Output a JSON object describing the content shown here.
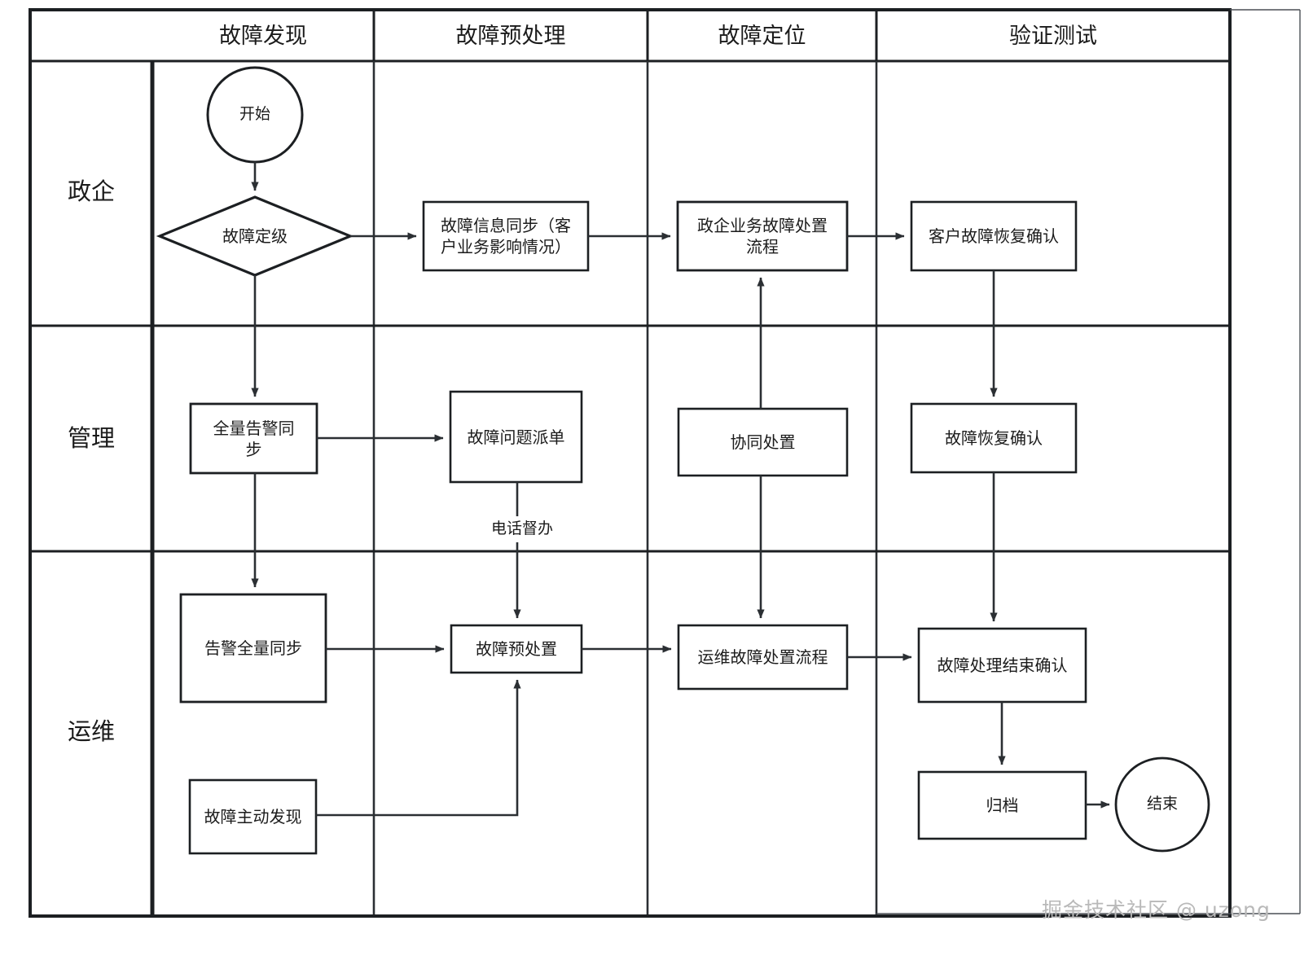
{
  "diagram": {
    "title_present": false,
    "type": "swimlane-flowchart",
    "colors": {
      "line": "#2b2f33",
      "frame": "#1c1f22",
      "text": "#1b1b1b",
      "background": "#ffffff",
      "watermark": "#b9b9b9"
    },
    "columns": [
      {
        "id": "col-discovery",
        "label": "故障发现"
      },
      {
        "id": "col-pretreatment",
        "label": "故障预处理"
      },
      {
        "id": "col-location",
        "label": "故障定位"
      },
      {
        "id": "col-verification",
        "label": "验证测试"
      }
    ],
    "rows": [
      {
        "id": "row-government-enterprise",
        "label": "政企"
      },
      {
        "id": "row-management",
        "label": "管理"
      },
      {
        "id": "row-operations",
        "label": "运维"
      }
    ],
    "nodes": [
      {
        "id": "start",
        "shape": "circle",
        "label": "开始",
        "row": "政企",
        "column": "故障发现"
      },
      {
        "id": "fault-grading",
        "shape": "diamond",
        "label": "故障定级",
        "row": "政企",
        "column": "故障发现"
      },
      {
        "id": "fault-info-sync",
        "shape": "rectangle",
        "label": "故障信息同步（客\n户业务影响情况）",
        "row": "政企",
        "column": "故障预处理"
      },
      {
        "id": "ge-fault-process",
        "shape": "rectangle",
        "label": "政企业务故障处置\n流程",
        "row": "政企",
        "column": "故障定位"
      },
      {
        "id": "customer-recovery",
        "shape": "rectangle",
        "label": "客户故障恢复确认",
        "row": "政企",
        "column": "验证测试"
      },
      {
        "id": "full-alarm-sync",
        "shape": "rectangle",
        "label": "全量告警同\n步",
        "row": "管理",
        "column": "故障发现"
      },
      {
        "id": "fault-dispatch",
        "shape": "rectangle",
        "label": "故障问题派单",
        "row": "管理",
        "column": "故障预处理"
      },
      {
        "id": "collaborative",
        "shape": "rectangle",
        "label": "协同处置",
        "row": "管理",
        "column": "故障定位"
      },
      {
        "id": "fault-recovery-ack",
        "shape": "rectangle",
        "label": "故障恢复确认",
        "row": "管理",
        "column": "验证测试"
      },
      {
        "id": "alarm-full-sync",
        "shape": "rectangle",
        "label": "告警全量同步",
        "row": "运维",
        "column": "故障发现"
      },
      {
        "id": "fault-self-detect",
        "shape": "rectangle",
        "label": "故障主动发现",
        "row": "运维",
        "column": "故障发现"
      },
      {
        "id": "fault-pretreat",
        "shape": "rectangle",
        "label": "故障预处置",
        "row": "运维",
        "column": "故障预处理"
      },
      {
        "id": "om-fault-process",
        "shape": "rectangle",
        "label": "运维故障处置流程",
        "row": "运维",
        "column": "故障定位"
      },
      {
        "id": "fault-end-ack",
        "shape": "rectangle",
        "label": "故障处理结束确认",
        "row": "运维",
        "column": "验证测试"
      },
      {
        "id": "archive",
        "shape": "rectangle",
        "label": "归档",
        "row": "运维",
        "column": "验证测试"
      },
      {
        "id": "end",
        "shape": "circle",
        "label": "结束",
        "row": "运维",
        "column": "验证测试"
      }
    ],
    "edges": [
      {
        "from": "start",
        "to": "fault-grading",
        "label": ""
      },
      {
        "from": "fault-grading",
        "to": "fault-info-sync",
        "label": ""
      },
      {
        "from": "fault-grading",
        "to": "full-alarm-sync",
        "label": ""
      },
      {
        "from": "fault-info-sync",
        "to": "ge-fault-process",
        "label": ""
      },
      {
        "from": "ge-fault-process",
        "to": "customer-recovery",
        "label": ""
      },
      {
        "from": "full-alarm-sync",
        "to": "fault-dispatch",
        "label": ""
      },
      {
        "from": "full-alarm-sync",
        "to": "alarm-full-sync",
        "label": ""
      },
      {
        "from": "fault-dispatch",
        "to": "fault-pretreat",
        "label": "电话督办"
      },
      {
        "from": "alarm-full-sync",
        "to": "fault-pretreat",
        "label": ""
      },
      {
        "from": "fault-self-detect",
        "to": "fault-pretreat",
        "label": ""
      },
      {
        "from": "fault-pretreat",
        "to": "om-fault-process",
        "label": ""
      },
      {
        "from": "collaborative",
        "to": "ge-fault-process",
        "label": ""
      },
      {
        "from": "collaborative",
        "to": "om-fault-process",
        "label": ""
      },
      {
        "from": "om-fault-process",
        "to": "fault-end-ack",
        "label": ""
      },
      {
        "from": "customer-recovery",
        "to": "fault-recovery-ack",
        "label": ""
      },
      {
        "from": "fault-recovery-ack",
        "to": "fault-end-ack",
        "label": ""
      },
      {
        "from": "fault-end-ack",
        "to": "archive",
        "label": ""
      },
      {
        "from": "archive",
        "to": "end",
        "label": ""
      }
    ],
    "edge_labels": [
      {
        "id": "phone-supervision",
        "text": "电话督办"
      }
    ],
    "watermark": {
      "text": "掘金技术社区 @ uzong"
    }
  }
}
